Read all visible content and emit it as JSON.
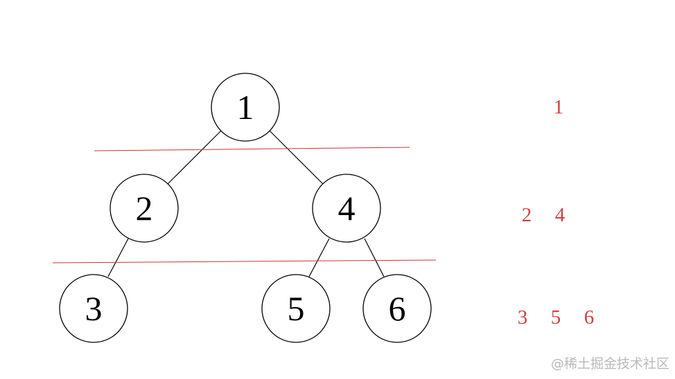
{
  "tree": {
    "nodes": [
      {
        "id": "n1",
        "label": "1"
      },
      {
        "id": "n2",
        "label": "2"
      },
      {
        "id": "n4",
        "label": "4"
      },
      {
        "id": "n3",
        "label": "3"
      },
      {
        "id": "n5",
        "label": "5"
      },
      {
        "id": "n6",
        "label": "6"
      }
    ],
    "edges": [
      {
        "from": "1",
        "to": "2"
      },
      {
        "from": "1",
        "to": "4"
      },
      {
        "from": "2",
        "to": "3"
      },
      {
        "from": "4",
        "to": "5"
      },
      {
        "from": "4",
        "to": "6"
      }
    ]
  },
  "level_order": [
    [
      "1"
    ],
    [
      "2",
      "4"
    ],
    [
      "3",
      "5",
      "6"
    ]
  ],
  "colors": {
    "divider": "#cc3333",
    "level_text": "#d04040",
    "watermark": "#b9b9b9"
  },
  "watermark": "@稀土掘金技术社区"
}
